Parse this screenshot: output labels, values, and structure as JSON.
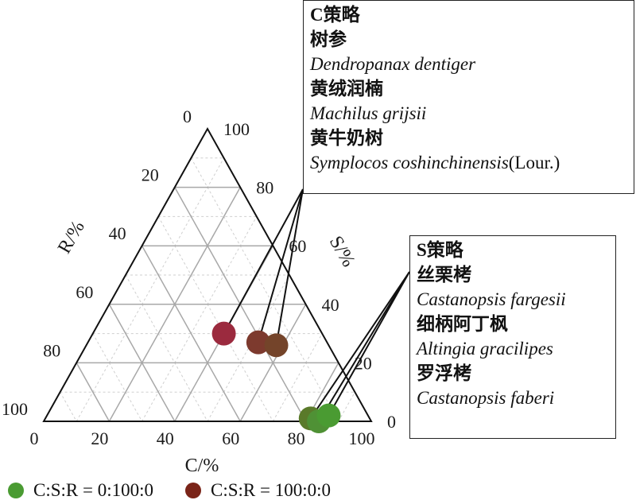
{
  "chart_data": {
    "type": "scatter",
    "subtype": "ternary",
    "axes": {
      "C": {
        "label": "C/%",
        "ticks": [
          "0",
          "20",
          "40",
          "60",
          "80",
          "100"
        ],
        "range": [
          0,
          100
        ]
      },
      "S": {
        "label": "S/%",
        "ticks": [
          "0",
          "20",
          "40",
          "60",
          "80",
          "100"
        ],
        "range": [
          0,
          100
        ]
      },
      "R": {
        "label": "R/%",
        "ticks": [
          "0",
          "20",
          "40",
          "60",
          "80",
          "100"
        ],
        "range": [
          0,
          100
        ]
      }
    },
    "grid": true,
    "minor_grid": true,
    "points": [
      {
        "C": 40,
        "S": 30,
        "R": 30,
        "color": "#9b2a3e"
      },
      {
        "C": 52,
        "S": 27,
        "R": 21,
        "color": "#7d3a2e"
      },
      {
        "C": 58,
        "S": 26,
        "R": 16,
        "color": "#74442a"
      },
      {
        "C": 81,
        "S": 1,
        "R": 18,
        "color": "#5a7a2a"
      },
      {
        "C": 84,
        "S": 0,
        "R": 16,
        "color": "#4f9135"
      },
      {
        "C": 86,
        "S": 2,
        "R": 12,
        "color": "#4a9b32"
      }
    ],
    "annotations": [
      {
        "lines": [
          {
            "text": "C策略",
            "style": "strong"
          },
          {
            "text": "树参",
            "style": "strong"
          },
          {
            "text": "Dendropanax dentiger",
            "style": "latin"
          },
          {
            "text": "黄绒润楠",
            "style": "strong"
          },
          {
            "text": "Machilus grijsii",
            "style": "latin"
          },
          {
            "text": "黄牛奶树",
            "style": "strong"
          },
          {
            "text": "Symplocos coshinchinensis",
            "style": "latin",
            "suffix": "(Lour.)"
          }
        ],
        "points": [
          0,
          1,
          2
        ]
      },
      {
        "lines": [
          {
            "text": "S策略",
            "style": "strong"
          },
          {
            "text": "丝栗栲",
            "style": "strong"
          },
          {
            "text": "Castanopsis fargesii",
            "style": "latin"
          },
          {
            "text": "细柄阿丁枫",
            "style": "strong"
          },
          {
            "text": "Altingia gracilipes",
            "style": "latin"
          },
          {
            "text": "罗浮栲",
            "style": "strong"
          },
          {
            "text": "Castanopsis faberi",
            "style": "latin"
          }
        ],
        "points": [
          3,
          4,
          5
        ]
      }
    ],
    "legend": [
      {
        "label": "C:S:R = 0:100:0",
        "color": "#4a9b32"
      },
      {
        "label": "C:S:R = 100:0:0",
        "color": "#7a2418"
      }
    ],
    "legend_position": "bottom-left"
  }
}
